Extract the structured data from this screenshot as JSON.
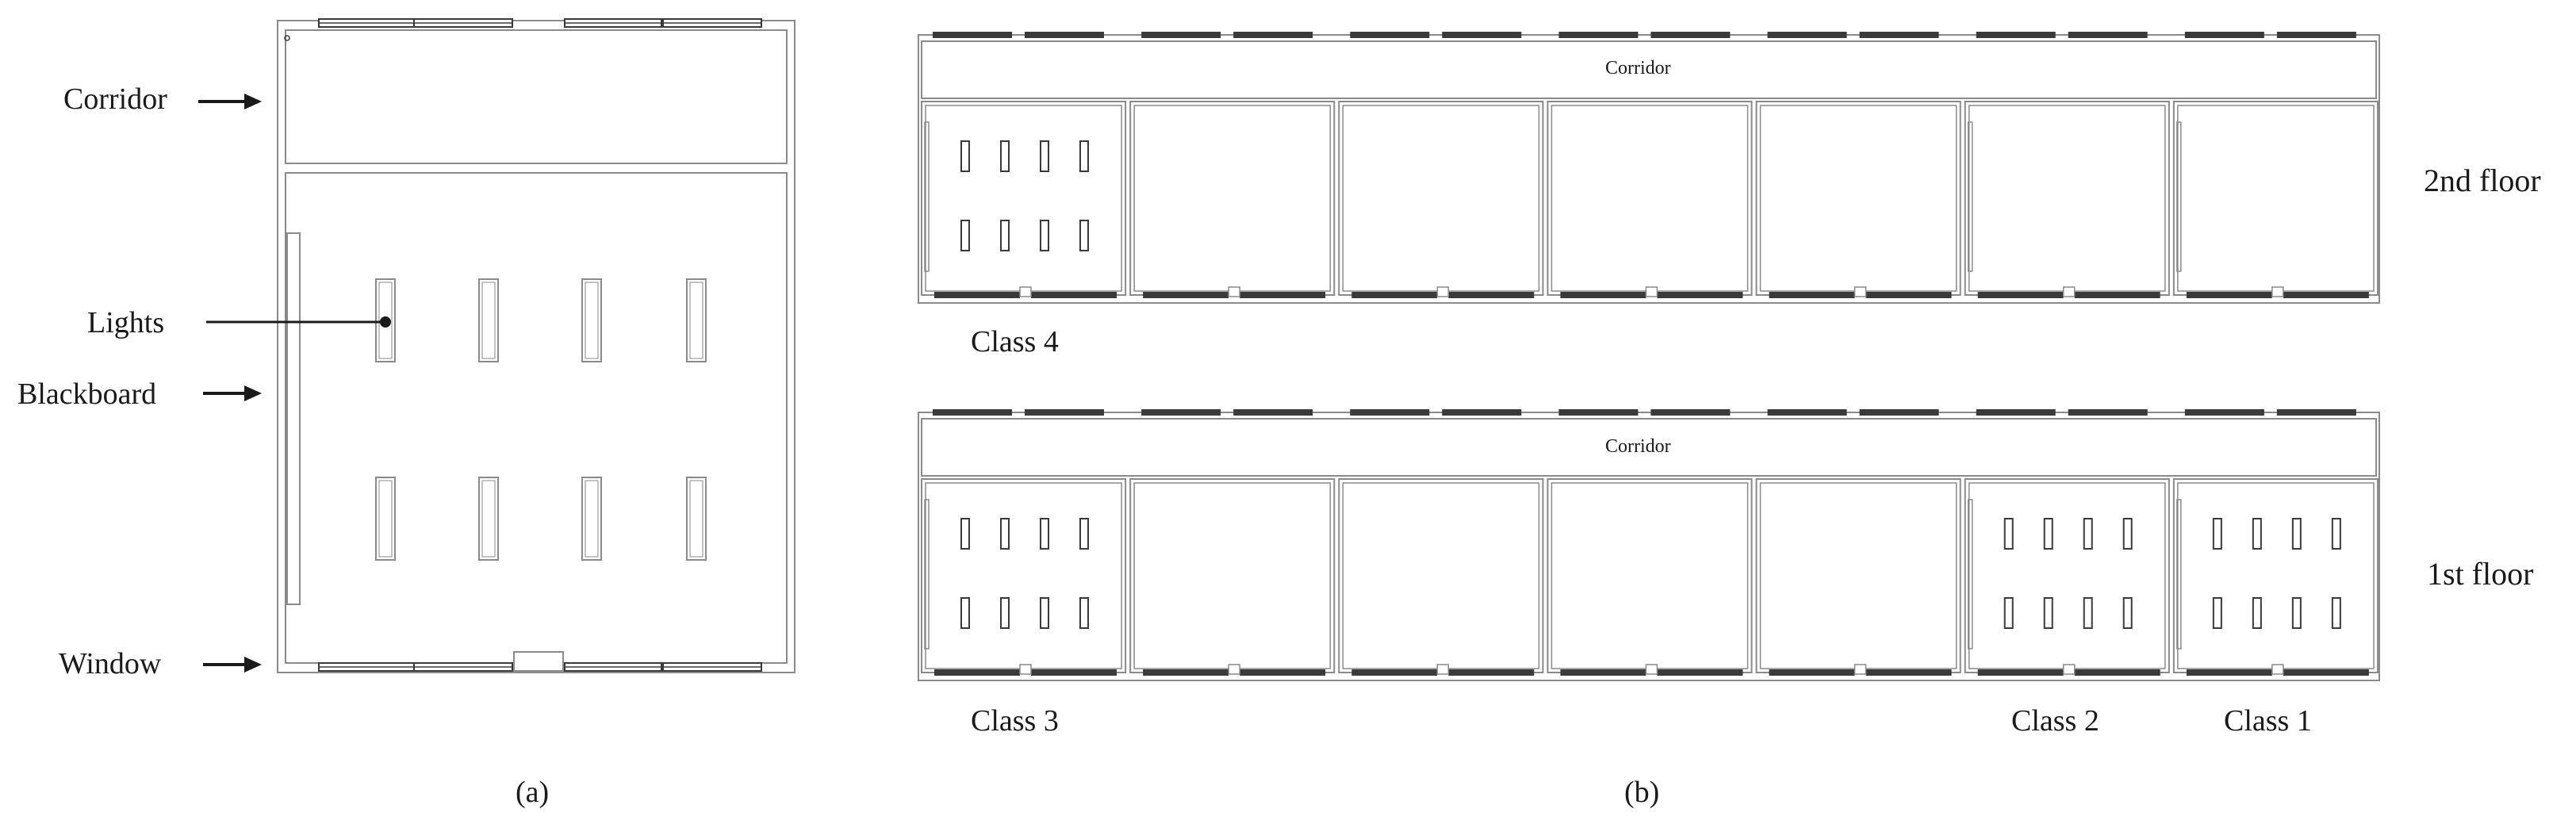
{
  "panel_a": {
    "caption": "(a)",
    "labels": {
      "corridor": "Corridor",
      "lights": "Lights",
      "blackboard": "Blackboard",
      "window": "Window"
    }
  },
  "panel_b": {
    "caption": "(b)",
    "floors": [
      {
        "name": "2nd floor",
        "corridor_label": "Corridor",
        "rooms": [
          "Class 4",
          "",
          "",
          "",
          "",
          "",
          ""
        ],
        "lit_rooms": [
          0
        ]
      },
      {
        "name": "1st floor",
        "corridor_label": "Corridor",
        "rooms": [
          "Class 3",
          "",
          "",
          "",
          "",
          "Class 2",
          "Class 1"
        ],
        "lit_rooms": [
          0,
          5,
          6
        ]
      }
    ]
  },
  "colors": {
    "wall": "#8a8a8a",
    "window": "#3a3a3a",
    "text": "#1a1a1a"
  }
}
